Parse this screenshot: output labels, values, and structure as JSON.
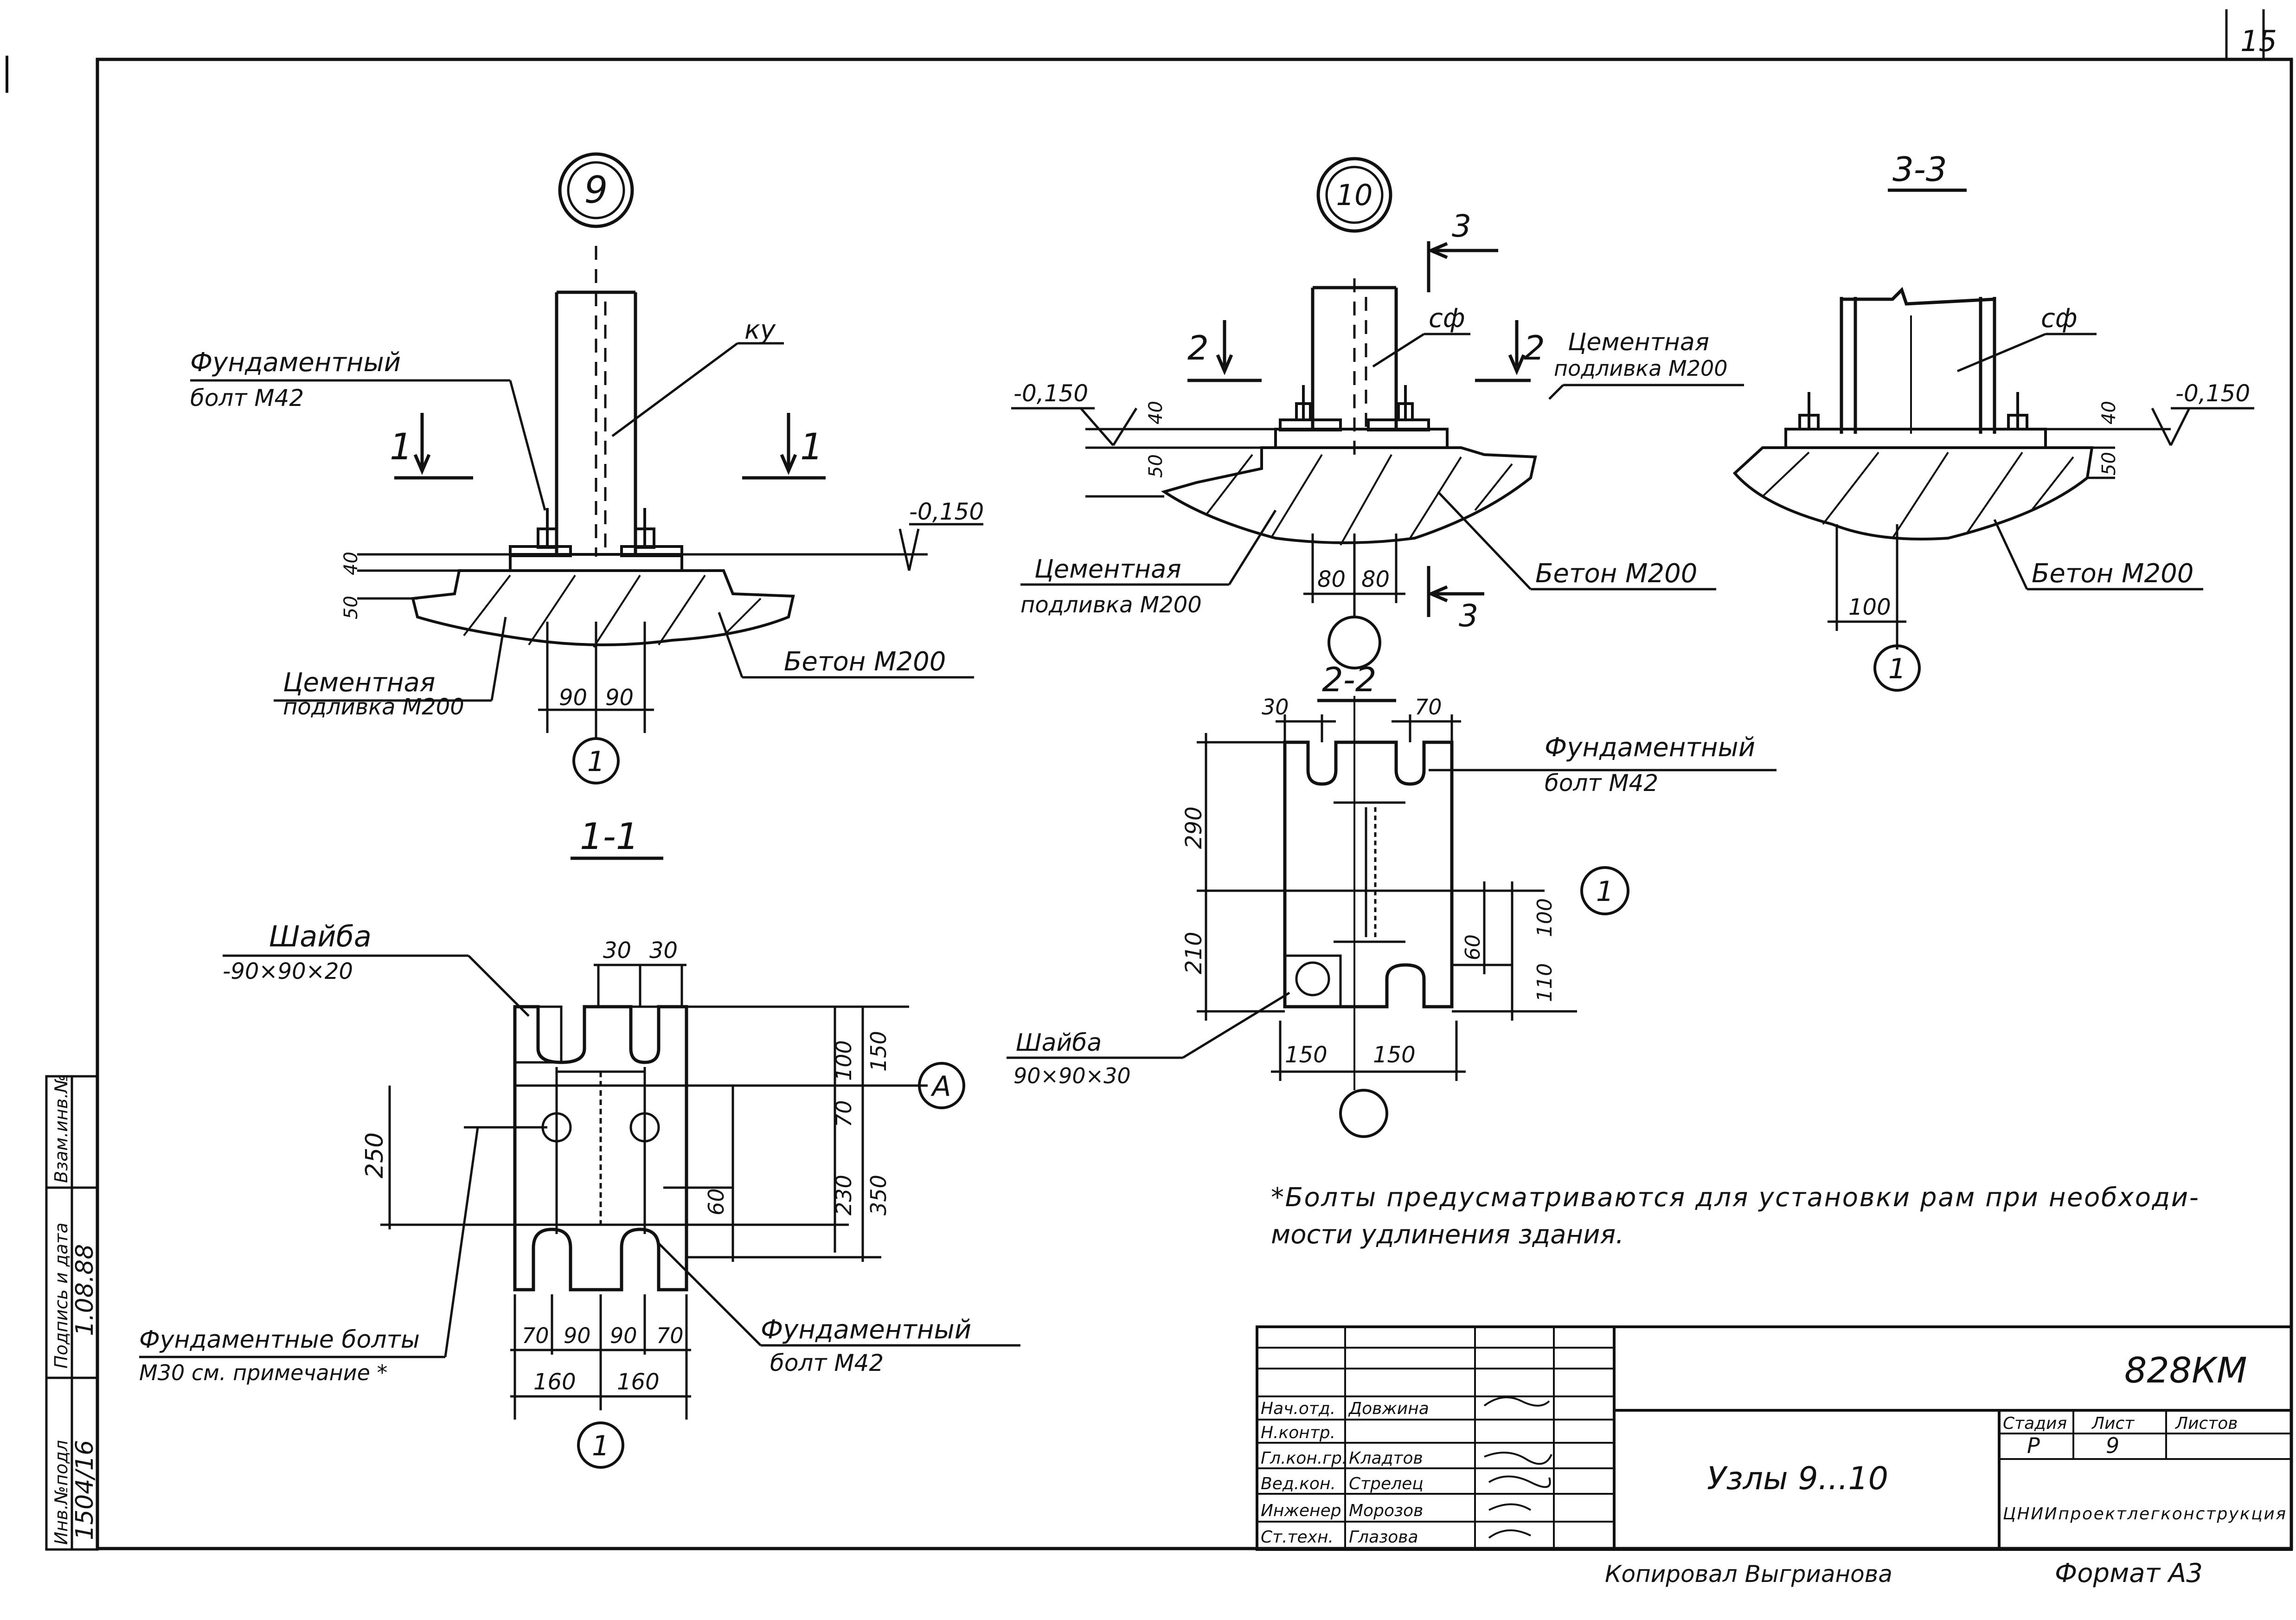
{
  "sheet": {
    "page_number": "15",
    "note": {
      "line1": "*Болты предусматриваются для установки рам при необходи-",
      "line2": "мости удлинения здания."
    },
    "bottom": {
      "copied_by": "Копировал Выгрианова",
      "format": "Формат А3"
    }
  },
  "left_margin": {
    "inv_no_label": "Инв.№подл",
    "inv_no_value": "1504/16",
    "sign_label": "Подпись и дата",
    "sign_value": "1.08.88",
    "replace_label": "Взам.инв.№"
  },
  "node9": {
    "marker": "9",
    "bolt_label": [
      "Фундаментный",
      "болт М42"
    ],
    "column_code": "ку",
    "section_mark": "1",
    "level": "-0,150",
    "dims_vertical": [
      "40",
      "50"
    ],
    "grout_label": [
      "Цементная",
      "подливка М200"
    ],
    "concrete_label": "Бетон М200",
    "dims_bottom": [
      "90",
      "90"
    ],
    "axis": "1"
  },
  "node10": {
    "marker": "10",
    "section_mark_2": "2",
    "section_mark_3": "3",
    "column_code": "сф",
    "level": "-0,150",
    "dims_vertical": [
      "40",
      "50"
    ],
    "grout_label": [
      "Цементная",
      "подливка М200"
    ],
    "grout_label_bottom": [
      "Цементная",
      "подливка М200"
    ],
    "concrete_label": "Бетон М200",
    "dims_bottom": [
      "80",
      "80"
    ]
  },
  "section33": {
    "title": "3-3",
    "column_code": "сф",
    "level": "-0,150",
    "dims_vertical": [
      "40",
      "50"
    ],
    "concrete_label": "Бетон М200",
    "dim_bottom": "100",
    "axis": "1"
  },
  "section11": {
    "title": "1-1",
    "washer_label": [
      "Шайба",
      "-90×90×20"
    ],
    "dims_top": [
      "30",
      "30"
    ],
    "dims_right": [
      "100",
      "70",
      "150",
      "230",
      "350",
      "60"
    ],
    "dim_left": "250",
    "axis_right": "А",
    "dims_bottom": [
      "70",
      "90",
      "90",
      "70"
    ],
    "dims_bottom2": [
      "160",
      "160"
    ],
    "bolts_label": [
      "Фундаментные болты",
      "М30 см. примечание *"
    ],
    "bolt_label": [
      "Фундаментный",
      "болт М42"
    ],
    "axis_bottom": "1"
  },
  "section22": {
    "title": "2-2",
    "dims_top": [
      "30",
      "70"
    ],
    "bolt_label": [
      "Фундаментный",
      "болт М42"
    ],
    "dims_left": [
      "290",
      "210"
    ],
    "dims_right": [
      "100",
      "60",
      "110"
    ],
    "axis_right": "1",
    "washer_label": [
      "Шайба",
      "90×90×30"
    ],
    "dims_bottom": [
      "150",
      "150"
    ]
  },
  "title_block": {
    "rows": [
      {
        "role": "Нач.отд.",
        "name": "Довжина"
      },
      {
        "role": "Н.контр.",
        "name": ""
      },
      {
        "role": "Гл.кон.гр.",
        "name": "Кладтов"
      },
      {
        "role": "Вед.кон.",
        "name": "Стрелец"
      },
      {
        "role": "Инженер",
        "name": "Морозов"
      },
      {
        "role": "Ст.техн.",
        "name": "Глазова"
      }
    ],
    "code": "828КМ",
    "title": "Узлы 9...10",
    "stage_label": "Стадия",
    "sheet_label": "Лист",
    "sheets_label": "Листов",
    "stage": "Р",
    "sheet": "9",
    "org": "ЦНИИпроектлегконструкция"
  }
}
